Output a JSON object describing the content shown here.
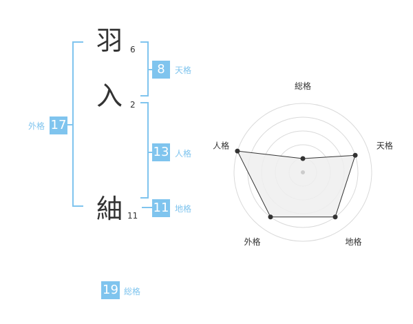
{
  "colors": {
    "accent": "#7fc4ee",
    "text": "#333333",
    "grid": "#d9d9d9",
    "polygon_fill": "#eeeeee"
  },
  "name": {
    "chars": [
      {
        "char": "羽",
        "strokes": "6"
      },
      {
        "char": "入",
        "strokes": "2"
      },
      {
        "char": "紬",
        "strokes": "11"
      }
    ]
  },
  "kakusu": {
    "tenkaku": {
      "label": "天格",
      "value": "8"
    },
    "jinkaku": {
      "label": "人格",
      "value": "13"
    },
    "chikaku": {
      "label": "地格",
      "value": "11"
    },
    "gaikaku": {
      "label": "外格",
      "value": "17"
    },
    "soukaku": {
      "label": "総格",
      "value": "19"
    }
  },
  "radar": {
    "axes": [
      "総格",
      "天格",
      "地格",
      "外格",
      "人格"
    ],
    "max": 5,
    "rings": 5,
    "values": [
      1,
      4,
      4,
      4,
      5
    ]
  }
}
